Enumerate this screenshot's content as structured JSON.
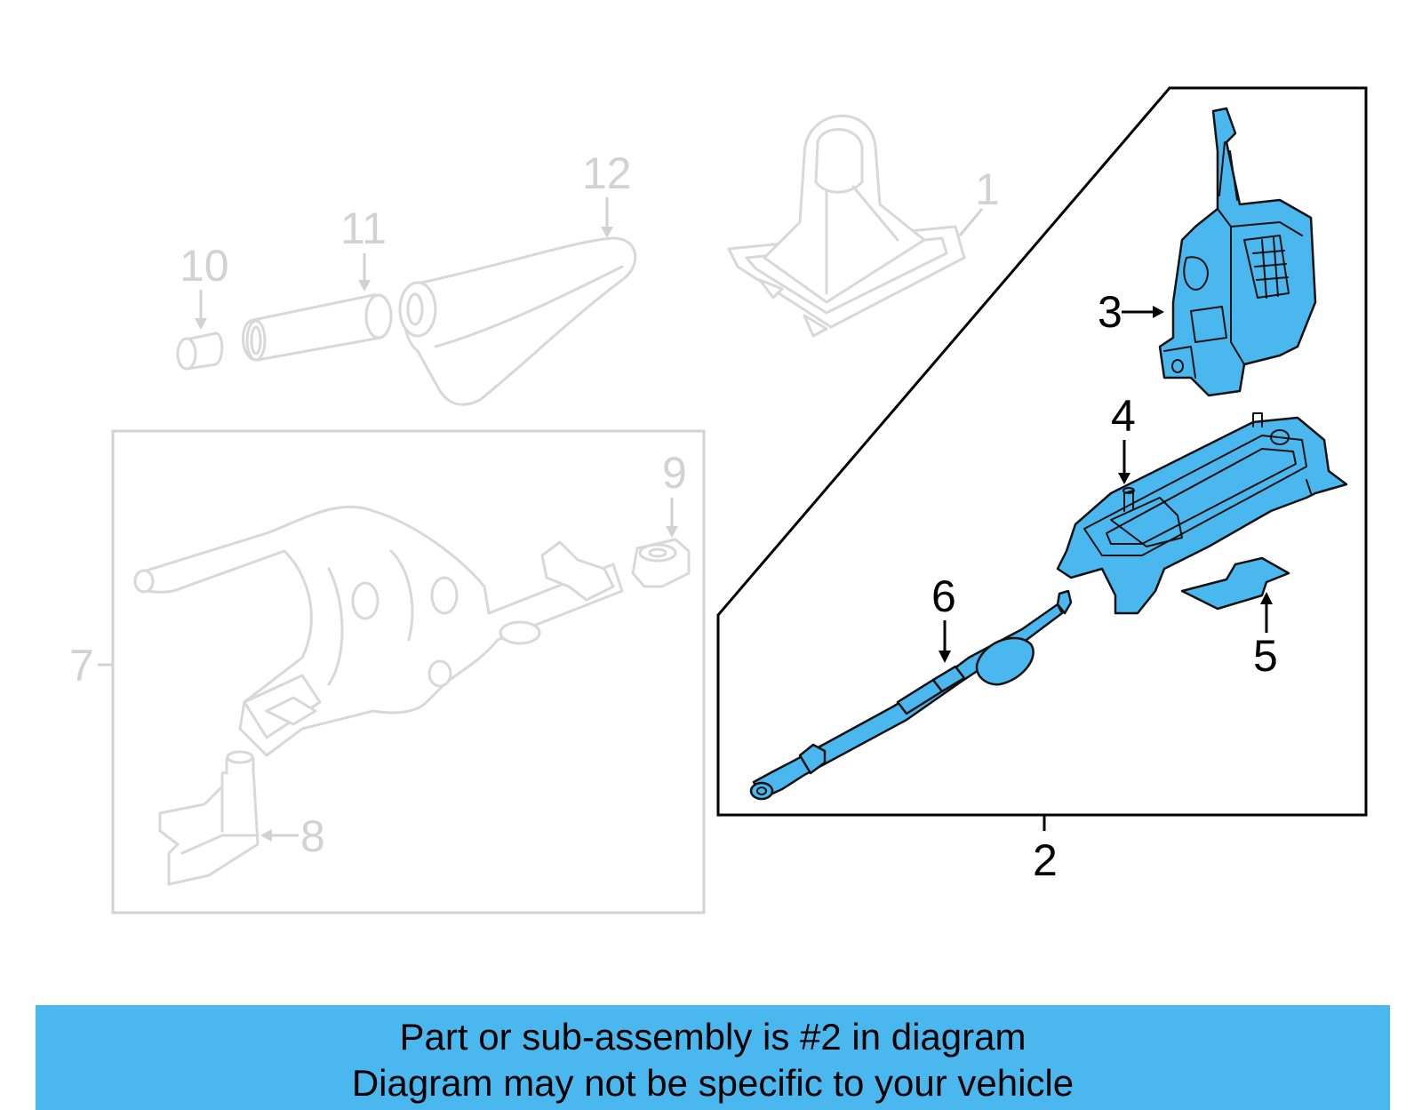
{
  "diagram": {
    "callouts": [
      "1",
      "2",
      "3",
      "4",
      "5",
      "6",
      "7",
      "8",
      "9",
      "10",
      "11",
      "12"
    ],
    "highlighted_part": "2",
    "colors": {
      "highlight": "#4ab8ef",
      "faded": "#d2d2d2",
      "outline": "#111111"
    }
  },
  "banner": {
    "line1": "Part or sub-assembly is #2 in diagram",
    "line2": "Diagram may not be specific to your vehicle"
  }
}
